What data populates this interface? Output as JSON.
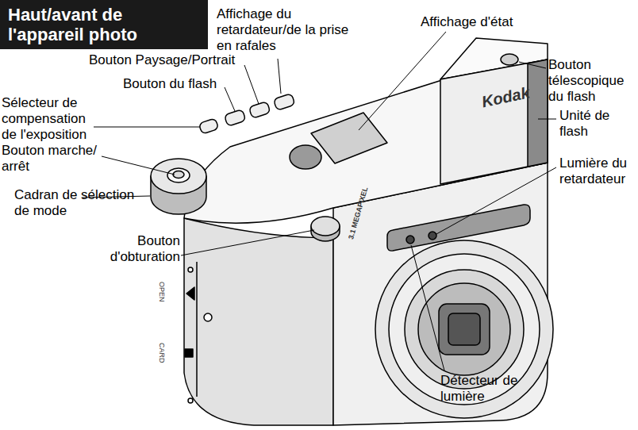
{
  "diagram": {
    "title": "Haut/avant de l'appareil photo",
    "labels": [
      "Affichage du retardateur/de la prise en rafales",
      "Affichage d'état",
      "Bouton Paysage/Portrait",
      "Bouton du flash",
      "Sélecteur de compensation de l'exposition",
      "Bouton marche/ arrêt",
      "Cadran de sélection de mode",
      "Bouton d'obturation",
      "Bouton télescopique du flash",
      "Unité de flash",
      "Lumière du retardateur",
      "Détecteur de lumière",
      "Kodak",
      "3.1 MEGAPIXEL",
      "OPEN",
      "CARD"
    ]
  }
}
